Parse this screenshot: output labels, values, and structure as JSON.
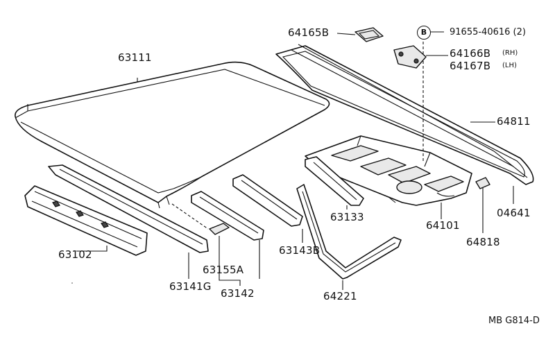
{
  "labels": {
    "p63111": "63111",
    "p64165b": "64165B",
    "p91655": "91655-40616 (2)",
    "p91655_ref": "B",
    "p64166b": "64166B",
    "p64166b_side": "(RH)",
    "p64167b": "64167B",
    "p64167b_side": "(LH)",
    "p64811": "64811",
    "p63133": "63133",
    "p64101": "64101",
    "p04641": "04641",
    "p64818": "64818",
    "p63102": "63102",
    "p63141g": "63141G",
    "p63155a": "63155A",
    "p63142": "63142",
    "p63143b": "63143B",
    "p64221": "64221"
  },
  "diagram_ref": "MB  G814-D"
}
